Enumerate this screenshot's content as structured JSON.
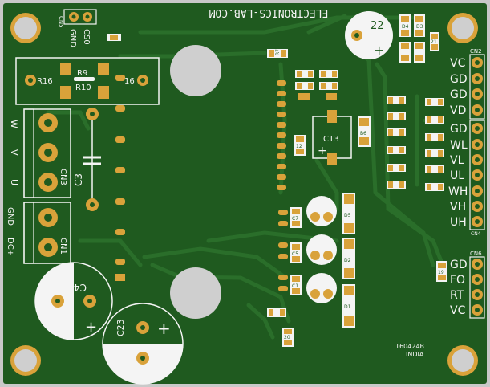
{
  "board": {
    "banner": "ELECTRONICS-LAB.COM",
    "code": "160424B",
    "country": "INDIA",
    "colors": {
      "substrate": "#c9c9c9",
      "copper_fill": "#1f5a1f",
      "trace": "#2a6e2a",
      "silk": "#f4f4f4",
      "pad": "#d9a23a",
      "hole": "#cfcfcf"
    }
  },
  "connectors": {
    "cn5": {
      "ref": "CN5",
      "pins": [
        "GND",
        "CS0"
      ]
    },
    "cn3": {
      "ref": "CN3",
      "pins": [
        "W",
        "V",
        "U"
      ]
    },
    "cn1": {
      "ref": "CN1",
      "pins": [
        "GND",
        "DC+"
      ]
    },
    "cn2": {
      "ref": "CN2",
      "pins": [
        "VC",
        "GD",
        "GD",
        "VD"
      ]
    },
    "cn4": {
      "ref": "CN4",
      "pins": [
        "GD",
        "WL",
        "VL",
        "UL",
        "WH",
        "VH",
        "UH"
      ]
    },
    "cn6": {
      "ref": "CN6",
      "pins": [
        "GD",
        "FO",
        "RT",
        "VC"
      ]
    }
  },
  "components": {
    "r16": "R16",
    "r9": "R9",
    "r10": "R10",
    "r16b": "16",
    "c3": "C3",
    "c4": "C4",
    "c23": "C23",
    "c22": "22",
    "c13": "C13",
    "plus": "+",
    "r7": "R7",
    "c12": "12",
    "b6": "B6",
    "c7": "C7",
    "c5": "C5",
    "c1": "C1",
    "d5": "D5",
    "d2": "D2",
    "d1": "D1",
    "d4": "D4",
    "d3": "D3",
    "r19": "19",
    "r20": "20",
    "c21": "21"
  }
}
